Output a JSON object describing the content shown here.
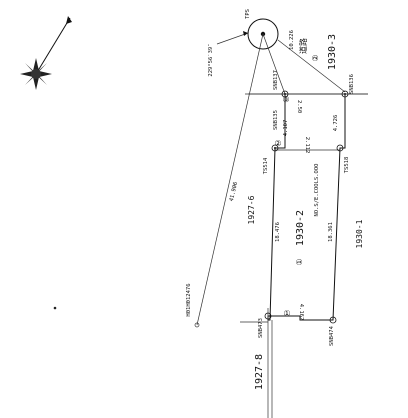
{
  "sheet": {
    "base_point": "TPS",
    "direction_angle": "229°56′39″",
    "baseline_distance": "41.906",
    "reference_point": "H01H012476",
    "road_label": "道路",
    "road_number_mark": "②",
    "parcel_number_mark": "①",
    "top_side_distance": "10.226"
  },
  "parcels": {
    "subject": "1930-2",
    "area_label": "NO.S/E.COOLS.OOO",
    "road_lot": "1930-3",
    "adjacent_top_left": "1927-6",
    "adjacent_right": "1930-1",
    "adjacent_bottom": "1927-8"
  },
  "survey_points": {
    "p_top_left": "SNB137",
    "p_top_right": "SNB136",
    "p_mid_left": "SNB135",
    "p_mid_center": "TS514",
    "p_mid_right": "TS518",
    "p_bottom_left": "SNB473",
    "p_bottom_right": "SNB474",
    "marker_1": "①",
    "marker_2": "②",
    "marker_3": "③"
  },
  "distances": {
    "d_upper_short": "4.107",
    "d_upper_right": "4.726",
    "d_mid_top": "2.112",
    "d_left_side": "18.476",
    "d_right_side": "18.361",
    "d_bottom_short": "4.162",
    "d_road_width": "2.50"
  }
}
